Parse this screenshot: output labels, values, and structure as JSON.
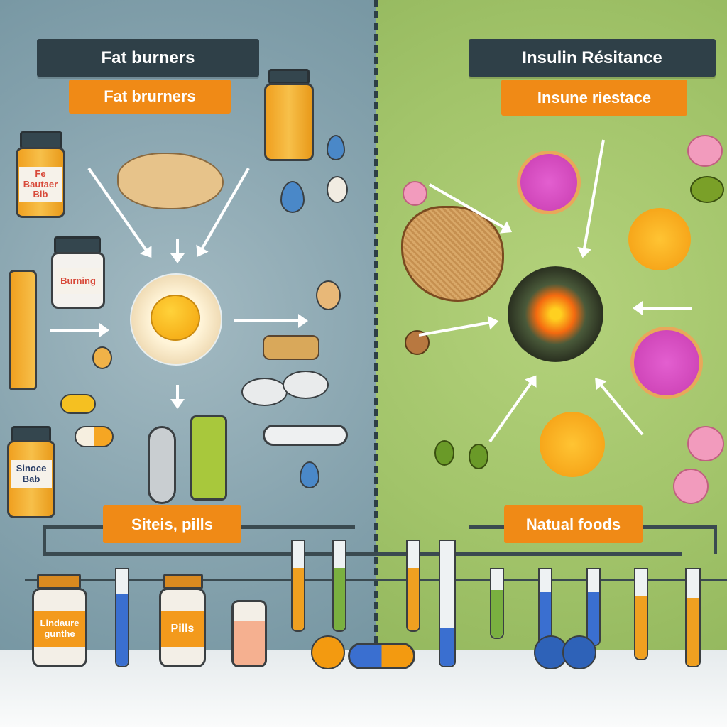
{
  "left_panel": {
    "title": "Fat burners",
    "subtitle": "Fat brurners",
    "bottom_label": "Siteis, pills",
    "bottle_labels": [
      "Fe Bautaer Blb",
      "Burning",
      "Sinoce Bab",
      "Lindaure gunthe",
      "Pills"
    ]
  },
  "right_panel": {
    "title": "Insulin Résitance",
    "subtitle": "Insune riestace",
    "bottom_label": "Natual foods"
  },
  "colors": {
    "left_bg": "#86a3ae",
    "right_bg": "#a2c46a",
    "header_dark": "#2f4048",
    "accent_orange": "#f08a16"
  }
}
